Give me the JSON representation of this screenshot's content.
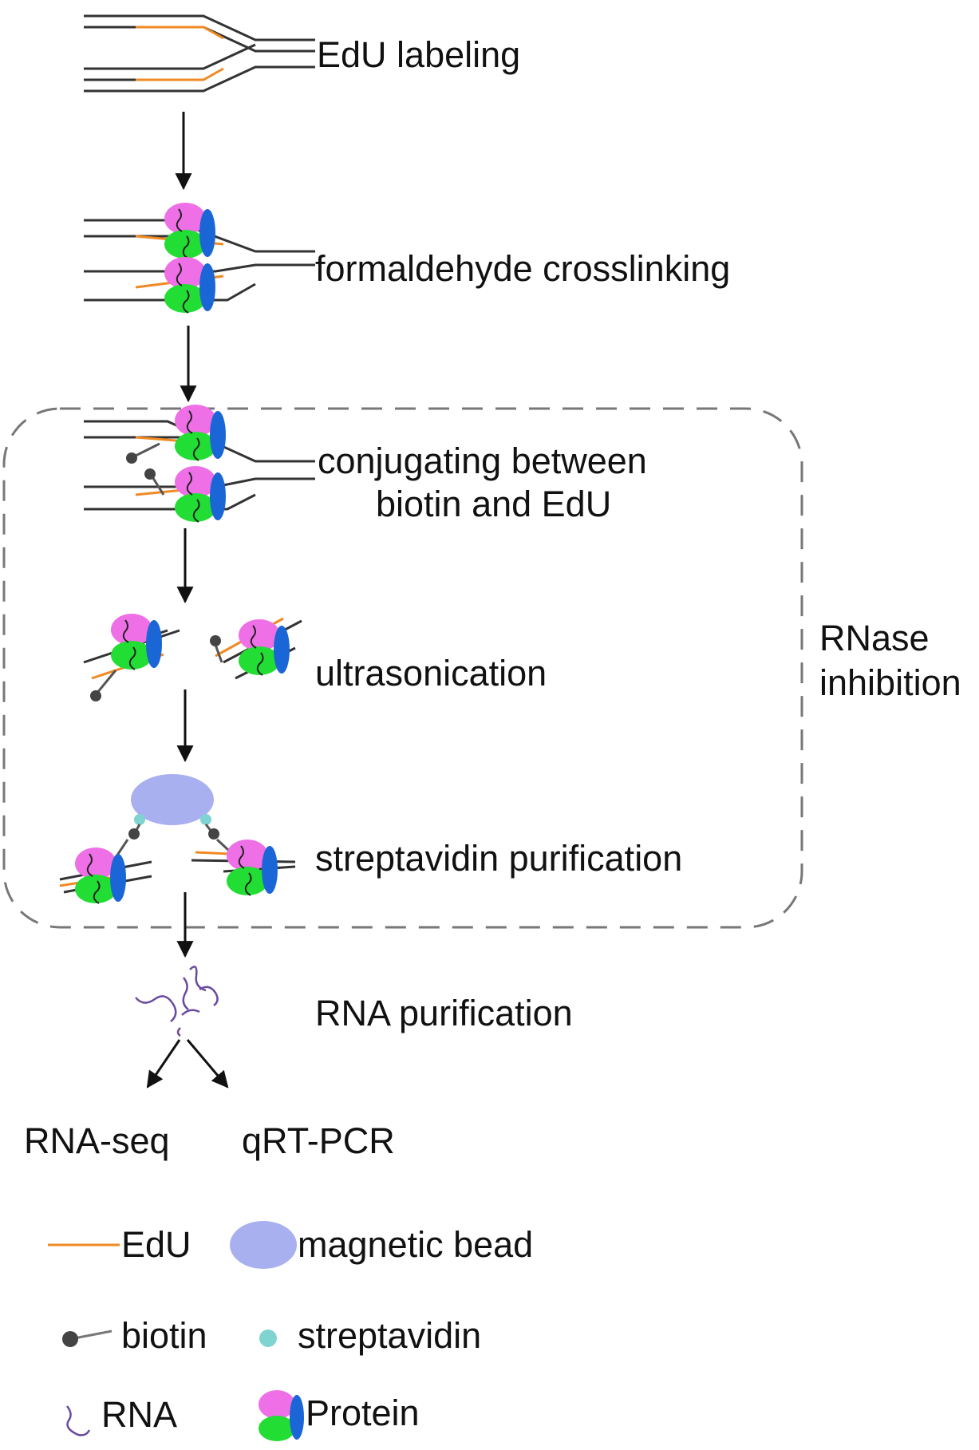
{
  "steps": {
    "edu_labeling": "EdU labeling",
    "crosslinking": "formaldehyde crosslinking",
    "conjugating_line1": "conjugating between",
    "conjugating_line2": "biotin and EdU",
    "ultrasonication": "ultrasonication",
    "streptavidin_purification": "streptavidin purification",
    "rna_purification": "RNA purification"
  },
  "outputs": {
    "rna_seq": "RNA-seq",
    "qrt_pcr": "qRT-PCR"
  },
  "bracket": {
    "line1": "RNase",
    "line2": "inhibition"
  },
  "legend": {
    "edu": "EdU",
    "magnetic_bead": "magnetic bead",
    "biotin": "biotin",
    "streptavidin": "streptavidin",
    "rna": "RNA",
    "protein": "Protein"
  },
  "colors": {
    "dna": "#333333",
    "edu": "#f08a24",
    "protein_magenta": "#ee6fe6",
    "protein_green": "#22dd33",
    "protein_blue": "#1a66d6",
    "rna": "#6a4a9e",
    "biotin": "#444444",
    "streptavidin": "#7fd3d0",
    "bead": "#a9b0f0",
    "dashed_box": "#777777"
  }
}
